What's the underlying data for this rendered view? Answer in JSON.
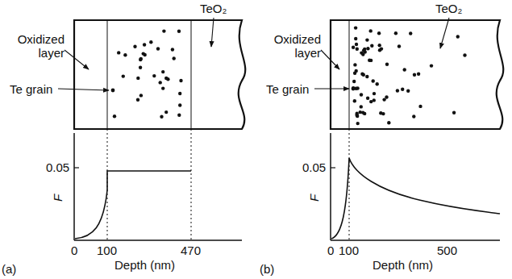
{
  "diagram": {
    "labels": [
      "TeO₂",
      "Oxidized layer",
      "Te grain",
      "0.05",
      "F",
      "0",
      "100",
      "470",
      "Depth (nm)",
      "(a)",
      "TeO₂",
      "Oxidized layer",
      "Te grain",
      "0.05",
      "F",
      "0",
      "100",
      "500",
      "Depth (nm)",
      "(b)"
    ]
  }
}
